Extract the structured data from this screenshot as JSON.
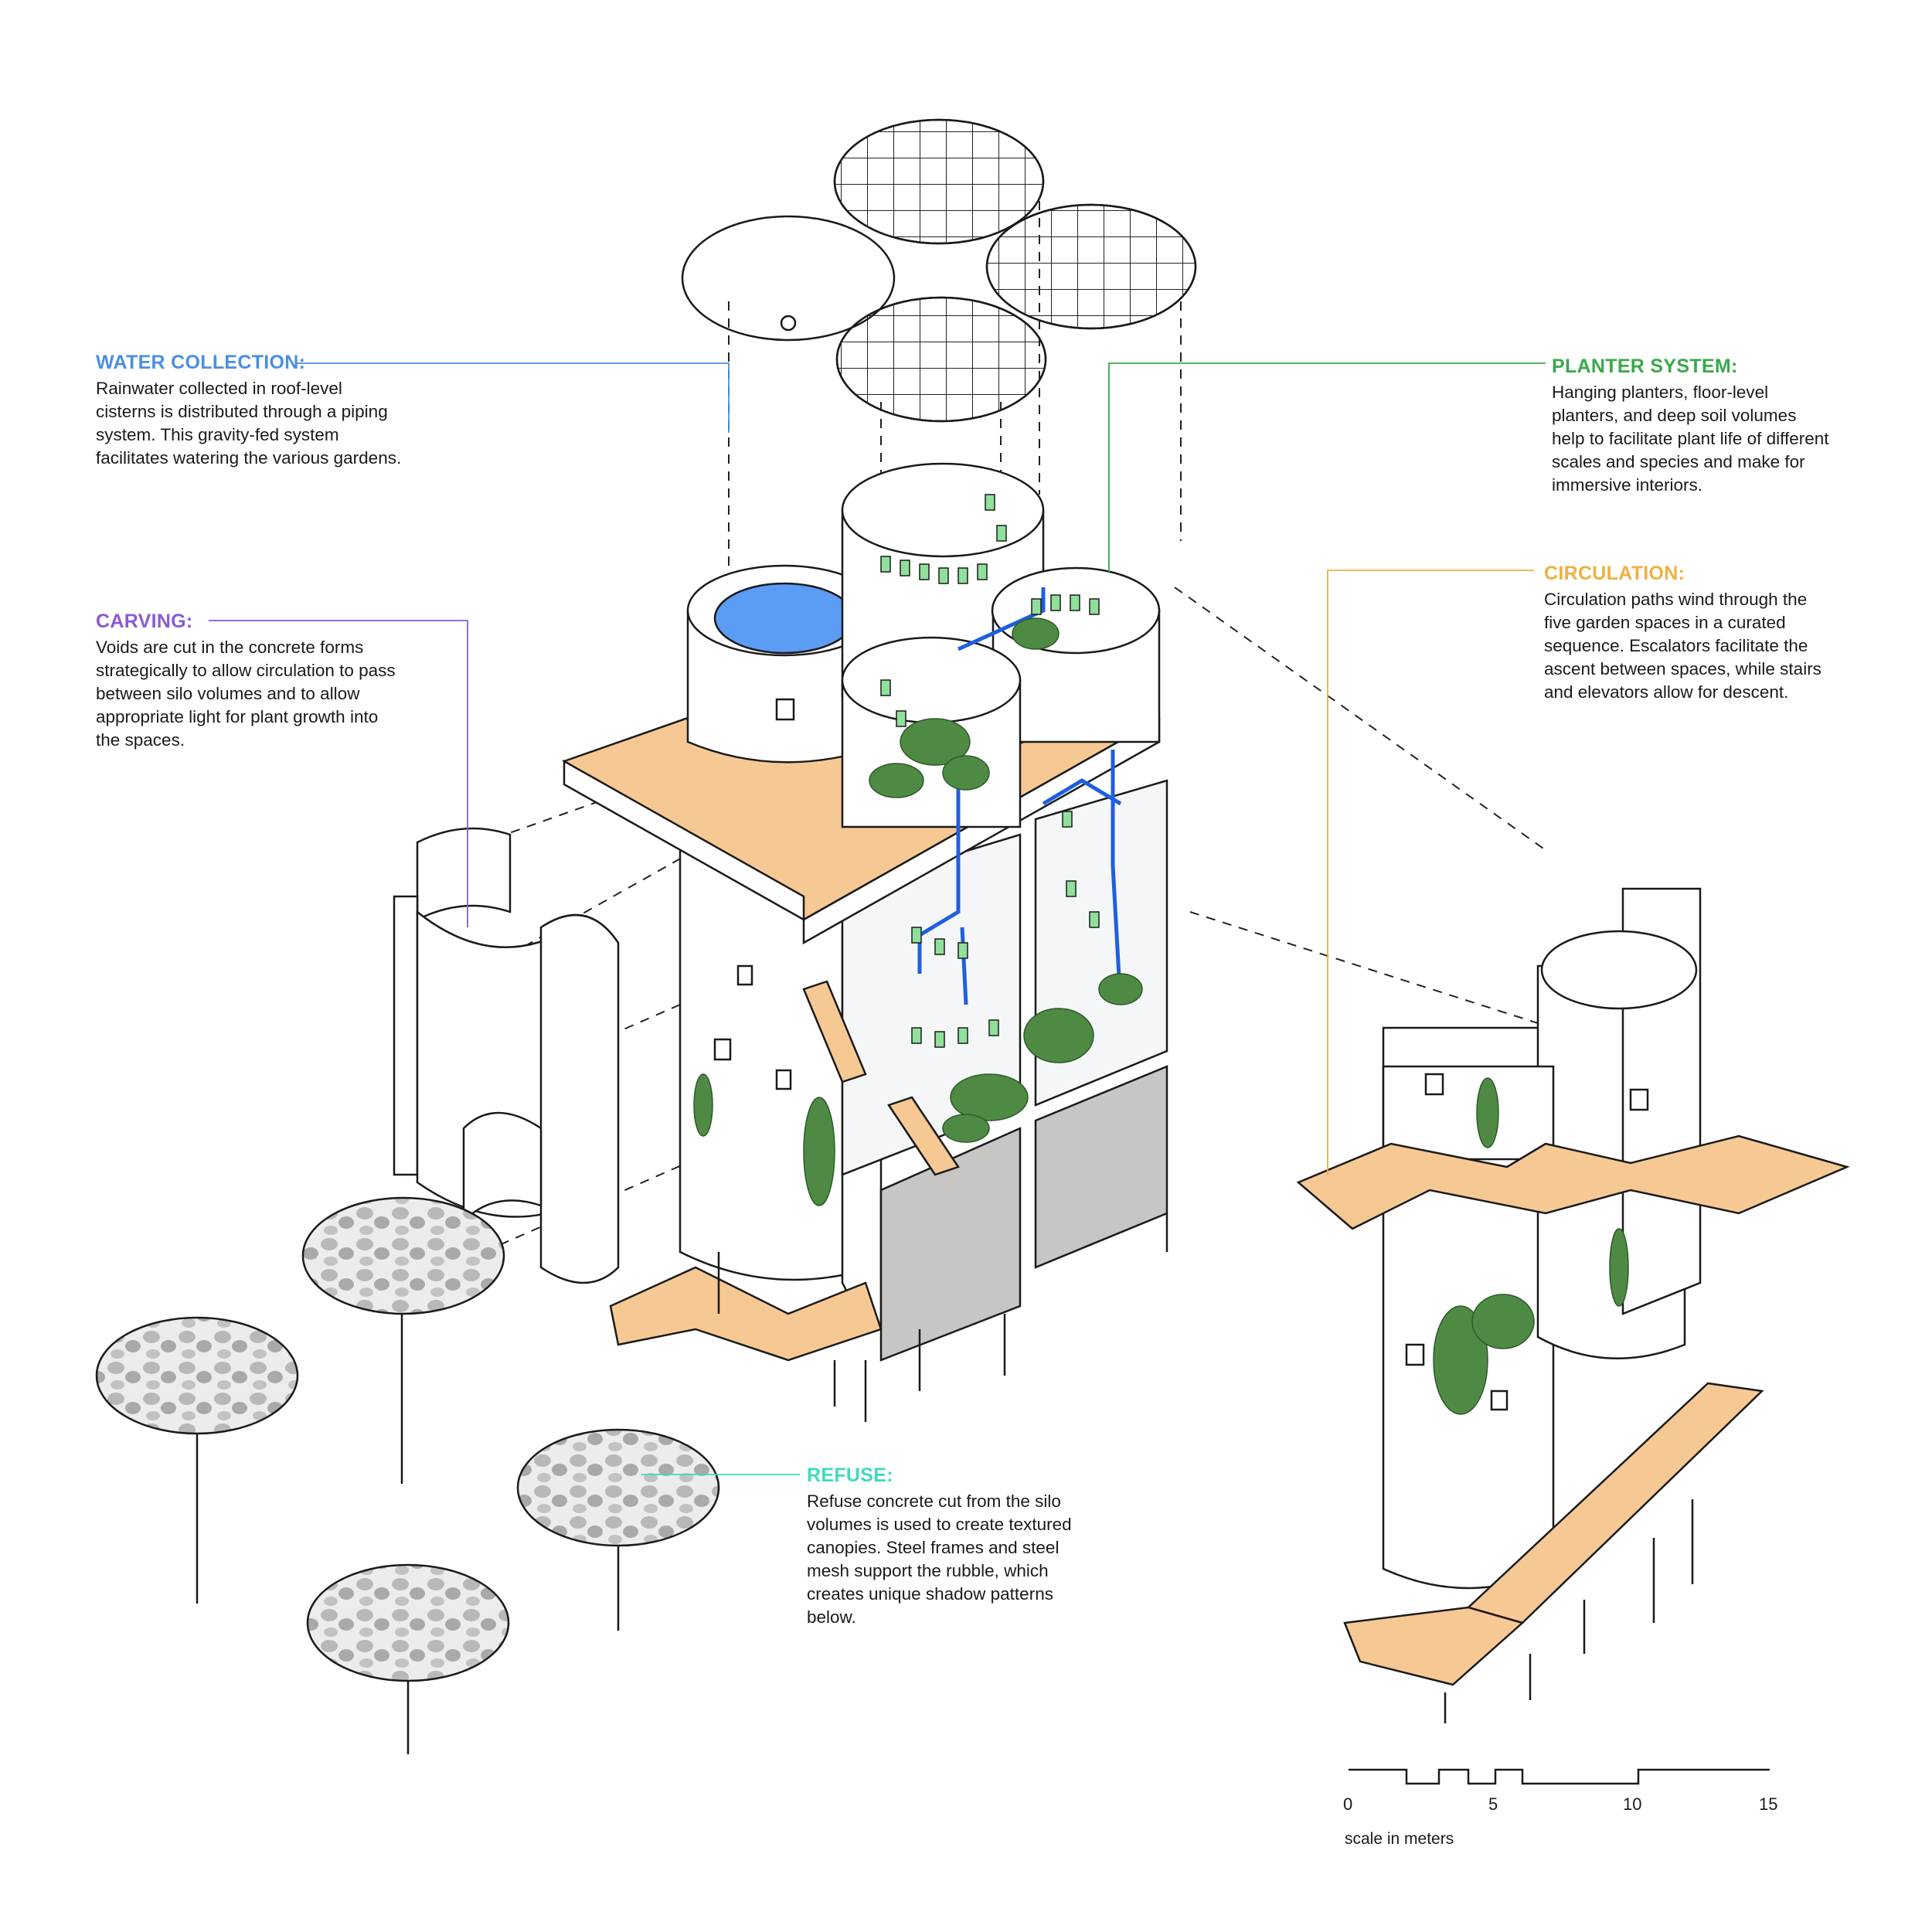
{
  "annotations": {
    "water_collection": {
      "title": "WATER COLLECTION:",
      "body": "Rainwater collected in roof-level cisterns is distributed through a piping system. This gravity-fed system facilitates watering the various gardens.",
      "color": "#4a8fe0"
    },
    "carving": {
      "title": "CARVING:",
      "body": "Voids are cut in the concrete forms strategically to allow circulation to pass between silo volumes and to allow appropriate light for plant growth into the spaces.",
      "color": "#8a5ad6"
    },
    "planter_system": {
      "title": "PLANTER SYSTEM:",
      "body": "Hanging planters, floor-level planters, and deep soil volumes help to facilitate plant life of different scales and species and make for immersive interiors.",
      "color": "#3aa84a"
    },
    "circulation": {
      "title": "CIRCULATION:",
      "body": "Circulation paths wind through the five garden spaces in a curated sequence. Escalators facilitate the ascent between spaces, while stairs and elevators allow for descent.",
      "color": "#f0b040"
    },
    "refuse": {
      "title": "REFUSE:",
      "body": "Refuse concrete cut from the silo volumes is used to create textured canopies. Steel frames and steel mesh support the rubble, which creates unique shadow patterns below.",
      "color": "#40d8c0"
    }
  },
  "scale_bar": {
    "labels": [
      "0",
      "5",
      "10",
      "15"
    ],
    "caption": "scale in meters"
  },
  "colors": {
    "cistern_water": "#5b9cf5",
    "piping": "#1f5fe0",
    "deck": "#f6c893",
    "planter": "#8fe09a",
    "foliage": "#4f8a45",
    "concrete_base": "#c8c6c4"
  }
}
